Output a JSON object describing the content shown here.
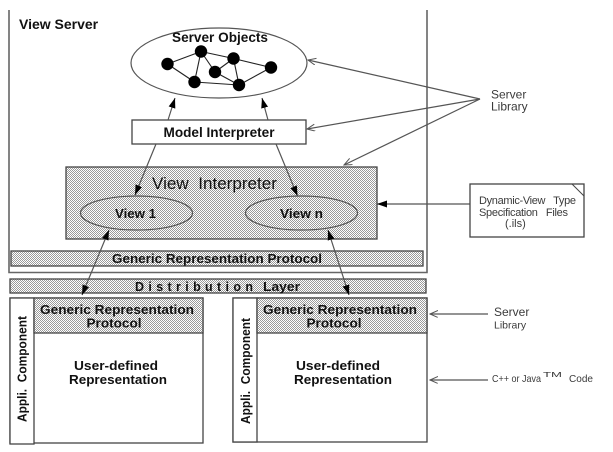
{
  "view_server": {
    "title": "View Server"
  },
  "server_objects": {
    "label": "Server Objects"
  },
  "model_interpreter": {
    "label": "Model Interpreter"
  },
  "view_interpreter": {
    "label": "View  Interpreter",
    "views": [
      "View 1",
      "View n"
    ]
  },
  "generic_protocol_bar": {
    "label": "Generic Representation Protocol"
  },
  "distribution_layer": {
    "words": [
      "Distribution",
      "Layer"
    ]
  },
  "app_components": [
    {
      "side_label": "Appli.  Component",
      "header_lines": [
        "Generic Representation",
        "Protocol"
      ],
      "body_lines": [
        "User-defined",
        "Representation"
      ]
    },
    {
      "side_label": "Appli.  Component",
      "header_lines": [
        "Generic Representation",
        "Protocol"
      ],
      "body_lines": [
        "User-defined",
        "Representation"
      ]
    }
  ],
  "annotations": {
    "server_library_top": {
      "lines": [
        "Server",
        "Library"
      ]
    },
    "spec_files": {
      "lines": [
        "Dynamic-View   Type",
        "Specification   Files",
        "(.ils)"
      ]
    },
    "server_library_bottom": {
      "lines": [
        "Server",
        "Library"
      ]
    },
    "code_note": {
      "text": "C++ or Java",
      "superscript": "TM",
      "suffix": "Code"
    }
  }
}
